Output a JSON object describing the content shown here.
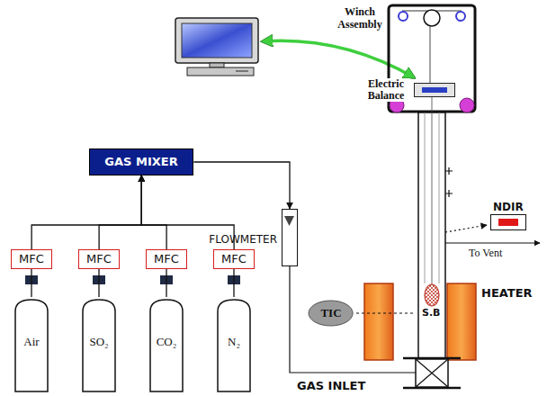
{
  "diagram": {
    "nodes": [
      {
        "text": [
          "Electric Balance"
        ]
      },
      {
        "text": [
          "GAS MIXER"
        ]
      },
      {
        "text": [
          "FLOWMETER"
        ]
      },
      {
        "text": [
          "NDIR"
        ]
      },
      {
        "text": [
          "MFC"
        ]
      },
      {
        "text": [
          "MFC"
        ]
      },
      {
        "text": [
          "MFC"
        ]
      },
      {
        "text": [
          "MFC"
        ]
      },
      {
        "text": [
          "Air"
        ]
      },
      {
        "text": [
          "SO₂"
        ]
      },
      {
        "text": [
          "CO₂"
        ]
      },
      {
        "text": [
          "N₂"
        ]
      },
      {
        "text": [
          "TIC"
        ]
      }
    ],
    "edges": [
      {
        "from": 8,
        "to": 4,
        "arrow": "none"
      },
      {
        "from": 9,
        "to": 5,
        "arrow": "none"
      },
      {
        "from": 10,
        "to": 6,
        "arrow": "none"
      },
      {
        "from": 11,
        "to": 7,
        "arrow": "none"
      },
      {
        "from": 4,
        "to": 1,
        "arrow": "to"
      },
      {
        "from": 5,
        "to": 1,
        "arrow": "to"
      },
      {
        "from": 6,
        "to": 1,
        "arrow": "to"
      },
      {
        "from": 7,
        "to": 1,
        "arrow": "to"
      },
      {
        "from": 1,
        "to": 2,
        "arrow": "to"
      }
    ],
    "labels": [
      "Winch Assembly",
      "HEATER",
      "S.B",
      "To Vent",
      "GAS INLET"
    ]
  }
}
